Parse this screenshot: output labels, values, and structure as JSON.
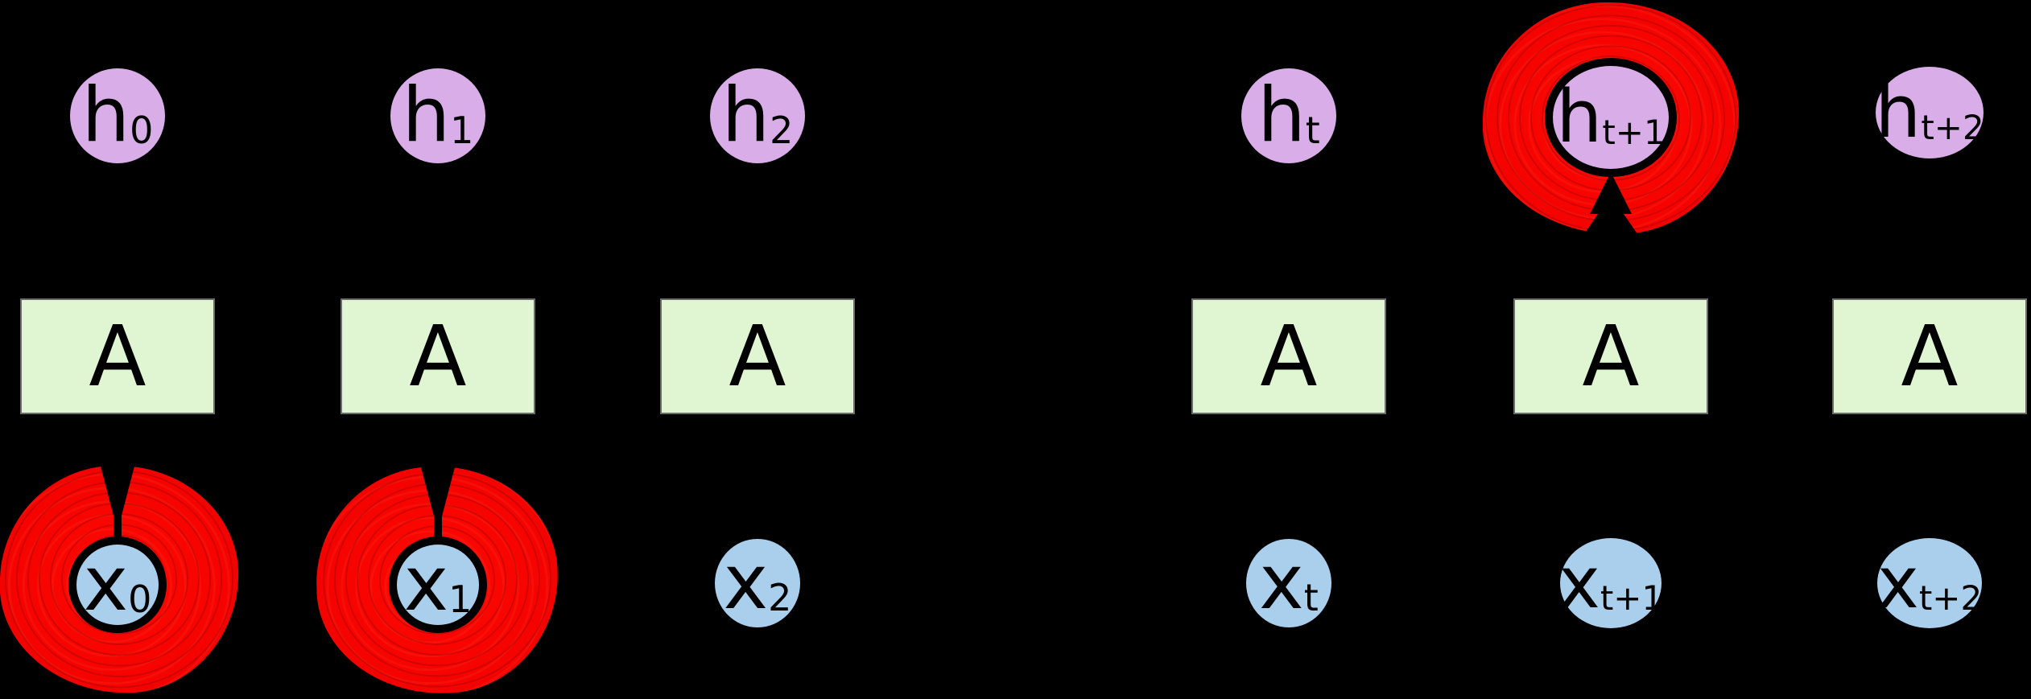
{
  "diagram": {
    "description": "Unrolled recurrent neural network sequence on black background with red marker highlights",
    "background_color": "#000000",
    "colors": {
      "hidden_node_fill": "#d9ade8",
      "input_node_fill": "#a9cfed",
      "cell_fill": "#e0f5d2",
      "cell_border": "#6c6c6c",
      "highlight_red": "#f50300",
      "stroke_black": "#000000"
    },
    "columns": [
      {
        "h": {
          "base": "h",
          "sub": "0"
        },
        "cell": "A",
        "x": {
          "base": "x",
          "sub": "0"
        },
        "h_highlighted": false,
        "x_highlighted": true
      },
      {
        "h": {
          "base": "h",
          "sub": "1"
        },
        "cell": "A",
        "x": {
          "base": "x",
          "sub": "1"
        },
        "h_highlighted": false,
        "x_highlighted": true
      },
      {
        "h": {
          "base": "h",
          "sub": "2"
        },
        "cell": "A",
        "x": {
          "base": "x",
          "sub": "2"
        },
        "h_highlighted": false,
        "x_highlighted": false
      },
      {
        "h": {
          "base": "h",
          "sub": "t"
        },
        "cell": "A",
        "x": {
          "base": "x",
          "sub": "t"
        },
        "h_highlighted": false,
        "x_highlighted": false
      },
      {
        "h": {
          "base": "h",
          "sub": "t+1"
        },
        "cell": "A",
        "x": {
          "base": "x",
          "sub": "t+1"
        },
        "h_highlighted": true,
        "x_highlighted": false
      },
      {
        "h": {
          "base": "h",
          "sub": "t+2"
        },
        "cell": "A",
        "x": {
          "base": "x",
          "sub": "t+2"
        },
        "h_highlighted": false,
        "x_highlighted": false
      }
    ]
  }
}
